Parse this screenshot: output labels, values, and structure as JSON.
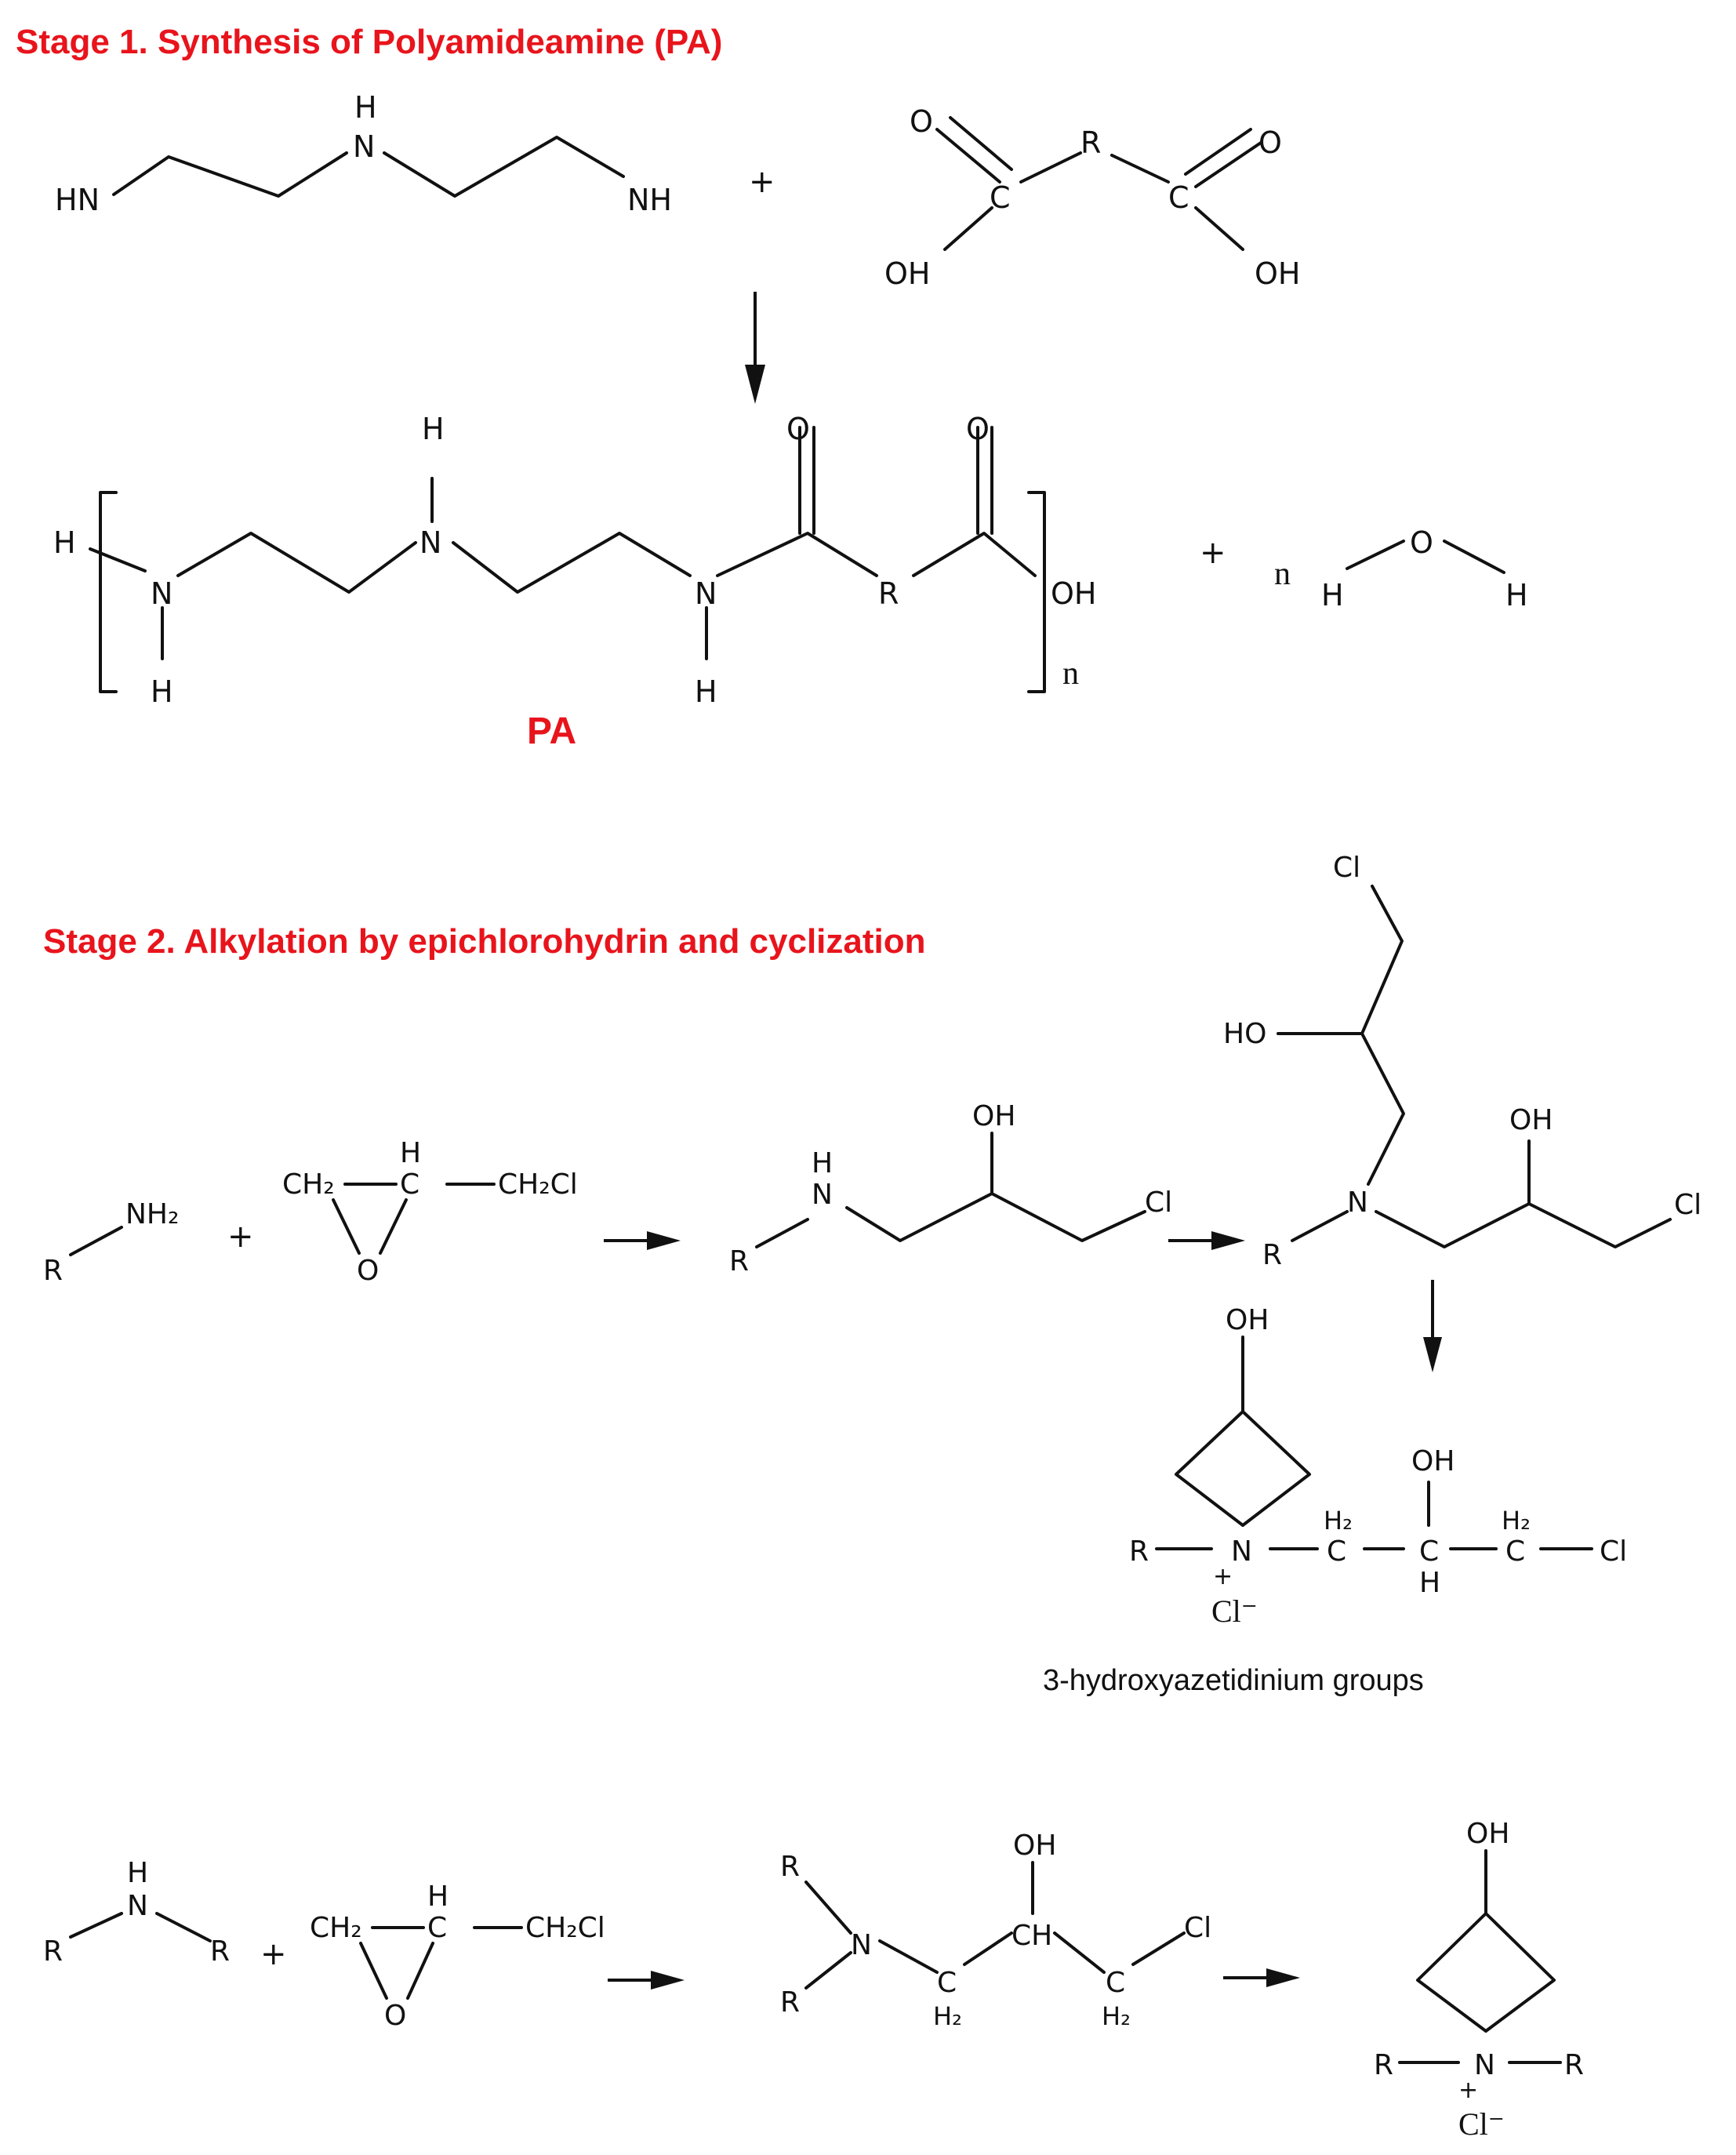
{
  "stage1": {
    "heading": "Stage 1. Synthesis of Polyamideamine (PA)",
    "product_label": "PA"
  },
  "stage2": {
    "heading": "Stage 2. Alkylation by epichlorohydrin and cyclization",
    "azetidinium_caption": "3-hydroxyazetidinium groups"
  },
  "atoms": {
    "HN": "HN",
    "NH": "NH",
    "N": "N",
    "H": "H",
    "O": "O",
    "OH": "OH",
    "R": "R",
    "C": "C",
    "CH": "CH",
    "Cl": "Cl",
    "HO": "HO",
    "NH2": "NH₂",
    "CH2": "CH₂",
    "CH2Cl": "CH₂Cl",
    "H2": "H₂",
    "plus": "+",
    "n": "n",
    "Cl_minus": "Cl⁻"
  },
  "colors": {
    "heading": "#e8141c",
    "ink": "#111111"
  }
}
